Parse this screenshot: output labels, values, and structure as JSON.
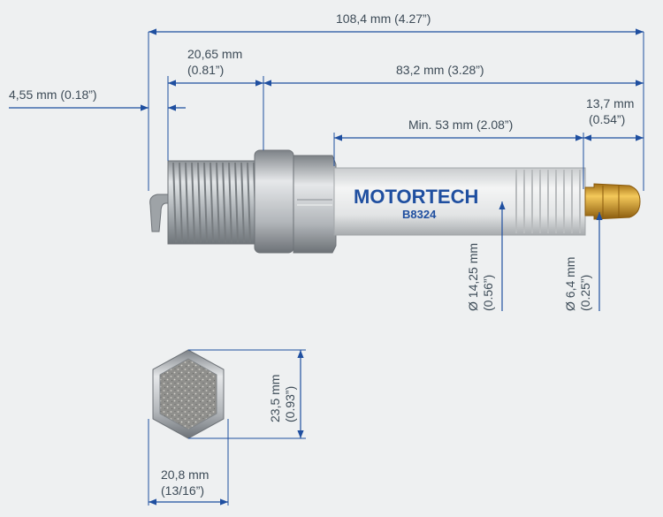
{
  "dimensions": {
    "overall_length": "108,4 mm (4.27”)",
    "thread_length_mm": "20,65 mm",
    "thread_length_in": "(0.81”)",
    "body_length": "83,2 mm (3.28”)",
    "electrode_gap": "4,55 mm (0.18”)",
    "min_insulator": "Min. 53 mm (2.08”)",
    "terminal_length_mm": "13,7 mm",
    "terminal_length_in": "(0.54”)",
    "insulator_diameter_mm": "Ø 14,25 mm",
    "insulator_diameter_in": "(0.56”)",
    "terminal_diameter_mm": "Ø 6,4 mm",
    "terminal_diameter_in": "(0.25”)",
    "hex_height_mm": "23,5 mm",
    "hex_height_in": "(0.93”)",
    "hex_width_mm": "20,8 mm",
    "hex_width_in": "(13/16”)"
  },
  "product": {
    "brand": "MOTORTECH",
    "model": "B8324"
  },
  "colors": {
    "dimension_line": "#1f4fa0",
    "dimension_text": "#3d4b57",
    "brand": "#1f4fa0",
    "background": "#eef0f1"
  }
}
